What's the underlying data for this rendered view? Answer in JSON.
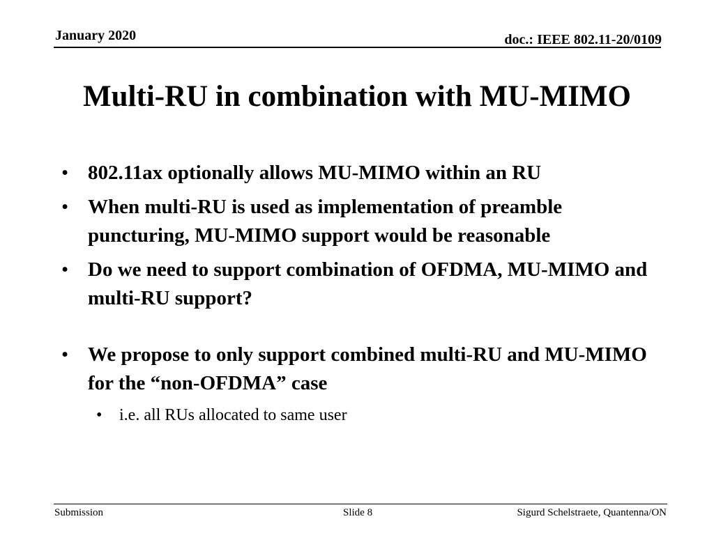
{
  "header": {
    "date": "January 2020",
    "doc_id": "doc.: IEEE 802.11-20/0109"
  },
  "title": "Multi-RU in combination with MU-MIMO",
  "bullets": [
    "802.11ax optionally allows MU-MIMO within an RU",
    "When multi-RU is used as implementation of preamble puncturing, MU-MIMO support would be reasonable",
    "Do we need to support combination of OFDMA, MU-MIMO and multi-RU support?",
    "We propose to only support combined multi-RU and MU-MIMO for the “non-OFDMA” case"
  ],
  "sub_bullets": [
    "i.e. all RUs allocated to same user"
  ],
  "bullet_symbol": "•",
  "footer": {
    "left": "Submission",
    "center": "Slide 8",
    "right": "Sigurd Schelstraete, Quantenna/ON"
  }
}
